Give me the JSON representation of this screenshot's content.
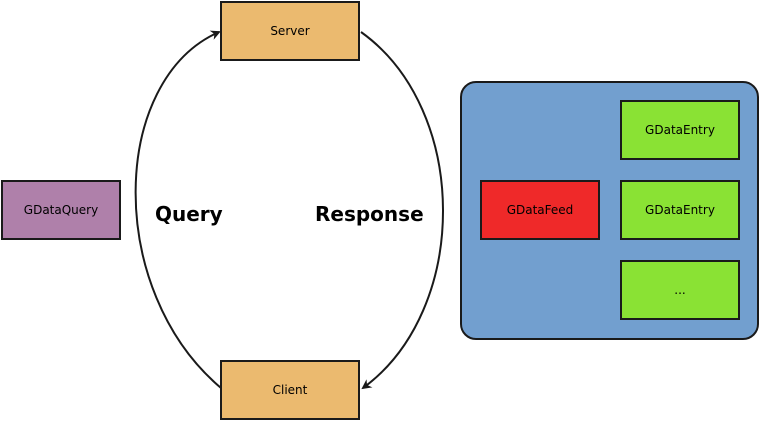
{
  "colors": {
    "node": "#ebba6f",
    "query": "#af80aa",
    "panel": "#729fcf",
    "feed": "#ef2929",
    "entry": "#8ae234",
    "stroke": "#1a1a1a"
  },
  "nodes": {
    "server": "Server",
    "client": "Client",
    "query": "GDataQuery"
  },
  "edges": {
    "query": "Query",
    "response": "Response"
  },
  "feed_panel": {
    "feed": "GDataFeed",
    "entries": [
      "GDataEntry",
      "GDataEntry",
      "..."
    ]
  }
}
